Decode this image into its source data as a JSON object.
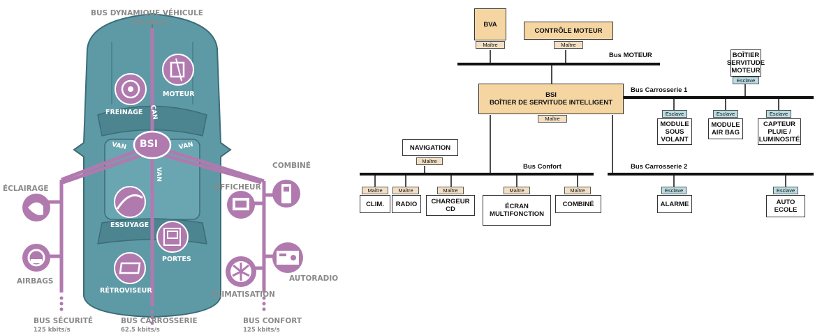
{
  "left": {
    "bus_dynamique": {
      "title": "BUS DYNAMIQUE VÉHICULE",
      "rate": "125 kbits/s"
    },
    "bus_securite": {
      "title": "BUS SÉCURITÉ",
      "rate": "125 kbits/s"
    },
    "bus_carrosserie": {
      "title": "BUS CARROSSERIE",
      "rate": "62.5 kbits/s"
    },
    "bus_confort": {
      "title": "BUS CONFORT",
      "rate": "125 kbits/s"
    },
    "bsi": "BSI",
    "can": "CAN",
    "van_left": "VAN",
    "van_right": "VAN",
    "van_bottom": "VAN",
    "car_labels": {
      "freinage": "FREINAGE",
      "moteur": "MOTEUR",
      "essuyage": "ESSUYAGE",
      "portes": "PORTES",
      "retroviseur": "RÉTROVISEUR"
    },
    "outside_labels": {
      "eclairage": "ÉCLAIRAGE",
      "airbags": "AIRBAGS",
      "afficheur": "AFFICHEUR",
      "combine": "COMBINÉ",
      "autoradio": "AUTORADIO",
      "climatisation": "CLIMATISATION"
    },
    "colors": {
      "body": "#5e9aa6",
      "bus": "#b07aaf",
      "label_gray": "#8a8a8a"
    }
  },
  "right": {
    "bva": {
      "label": "BVA",
      "tag": "Maître"
    },
    "controle_moteur": {
      "label": "CONTRÔLE MOTEUR",
      "tag": "Maître"
    },
    "bus_moteur": "Bus MOTEUR",
    "boitier_servitude_moteur": {
      "line1": "BOÎTIER",
      "line2": "SERVITUDE",
      "line3": "MOTEUR",
      "tag": "Esclave"
    },
    "bsi": {
      "line1": "BSI",
      "line2": "BOÎTIER DE SERVITUDE INTELLIGENT",
      "tag": "Maître"
    },
    "bus_carrosserie_1": "Bus Carrosserie 1",
    "bus_carrosserie_2": "Bus Carrosserie 2",
    "bus_confort": "Bus Confort",
    "navigation": {
      "label": "NAVIGATION",
      "tag": "Maître"
    },
    "module_sous_volant": {
      "line1": "MODULE",
      "line2": "SOUS",
      "line3": "VOLANT",
      "tag": "Esclave"
    },
    "module_air_bag": {
      "line1": "MODULE",
      "line2": "AIR BAG",
      "tag": "Esclave"
    },
    "capteur": {
      "line1": "CAPTEUR",
      "line2": "PLUIE /",
      "line3": "LUMINOSITÉ",
      "tag": "Esclave"
    },
    "clim": {
      "label": "CLIM.",
      "tag": "Maître"
    },
    "radio": {
      "label": "RADIO",
      "tag": "Maître"
    },
    "chargeur": {
      "line1": "CHARGEUR",
      "line2": "CD",
      "tag": "Maître"
    },
    "ecran": {
      "line1": "ÉCRAN",
      "line2": "MULTIFONCTION",
      "tag": "Maître"
    },
    "combine": {
      "label": "COMBINÉ",
      "tag": "Maître"
    },
    "alarme": {
      "label": "ALARME",
      "tag": "Esclave"
    },
    "auto_ecole": {
      "line1": "AUTO",
      "line2": "ECOLE",
      "tag": "Esclave"
    },
    "colors": {
      "master_box": "#f5d6a3",
      "master_tag": "#f3e0c4",
      "slave_tag": "#b9dde4"
    }
  }
}
